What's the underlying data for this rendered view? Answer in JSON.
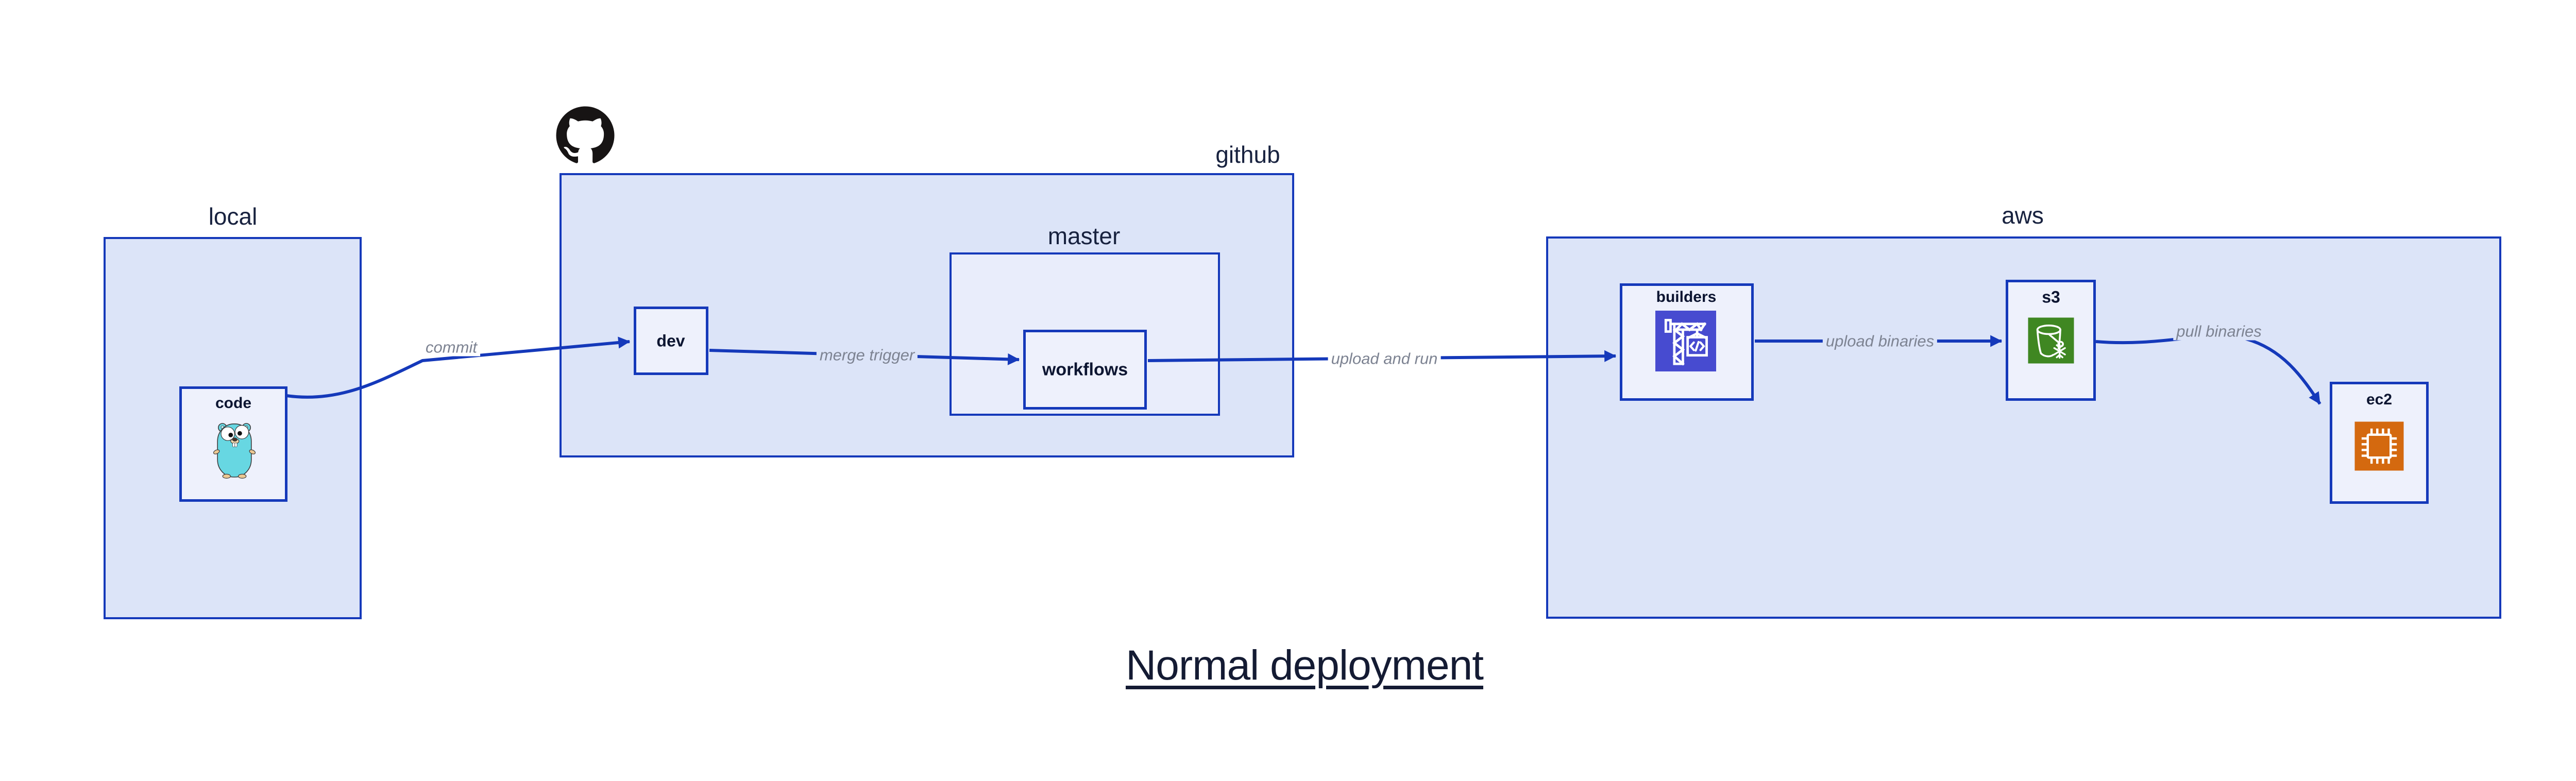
{
  "title": "Normal deployment",
  "containers": {
    "local": {
      "label": "local"
    },
    "github": {
      "label": "github"
    },
    "master": {
      "label": "master"
    },
    "aws": {
      "label": "aws"
    }
  },
  "nodes": {
    "code": {
      "label": "code",
      "icon": "go-gopher-icon"
    },
    "dev": {
      "label": "dev"
    },
    "workflows": {
      "label": "workflows"
    },
    "builders": {
      "label": "builders",
      "icon": "aws-codebuild-crane-icon"
    },
    "s3": {
      "label": "s3",
      "icon": "aws-s3-bucket-icon"
    },
    "ec2": {
      "label": "ec2",
      "icon": "aws-ec2-chip-icon"
    }
  },
  "edges": {
    "commit": {
      "label": "commit",
      "from": "code",
      "to": "dev"
    },
    "merge_trigger": {
      "label": "merge trigger",
      "from": "dev",
      "to": "workflows"
    },
    "upload_and_run": {
      "label": "upload and run",
      "from": "workflows",
      "to": "builders"
    },
    "upload_binaries": {
      "label": "upload binaries",
      "from": "builders",
      "to": "s3"
    },
    "pull_binaries": {
      "label": "pull binaries",
      "from": "s3",
      "to": "ec2"
    }
  },
  "icons": {
    "github_logo": "github-octocat-icon"
  },
  "colors": {
    "canvas": "#ffffff",
    "container_fill": "#dce4f8",
    "master_fill": "#e9edfb",
    "node_fill": "#eef1fc",
    "stroke_blue": "#1539ba",
    "edge_label_gray": "#7d8392",
    "zone_label_navy": "#18223f",
    "node_label_navy": "#0c1531",
    "title_navy": "#141b33",
    "codebuild_purple": "#474bd0",
    "s3_green": "#3f8722",
    "ec2_orange": "#d4690f",
    "octocat_black": "#171414",
    "gopher_teal": "#67d7e2"
  }
}
